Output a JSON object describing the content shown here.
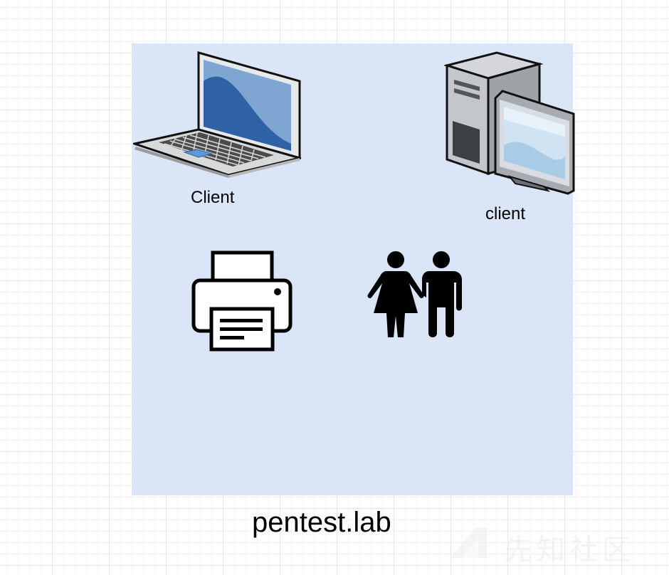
{
  "diagram": {
    "nodes": [
      {
        "id": "laptop",
        "icon": "laptop-icon",
        "label": "Client"
      },
      {
        "id": "desktop",
        "icon": "desktop-computer-icon",
        "label": "client"
      },
      {
        "id": "printer",
        "icon": "printer-icon"
      },
      {
        "id": "users",
        "icon": "users-icon"
      }
    ],
    "group": {
      "label": "pentest.lab",
      "fill": "#dae6f8"
    }
  },
  "watermark": {
    "text": "先知社区"
  }
}
